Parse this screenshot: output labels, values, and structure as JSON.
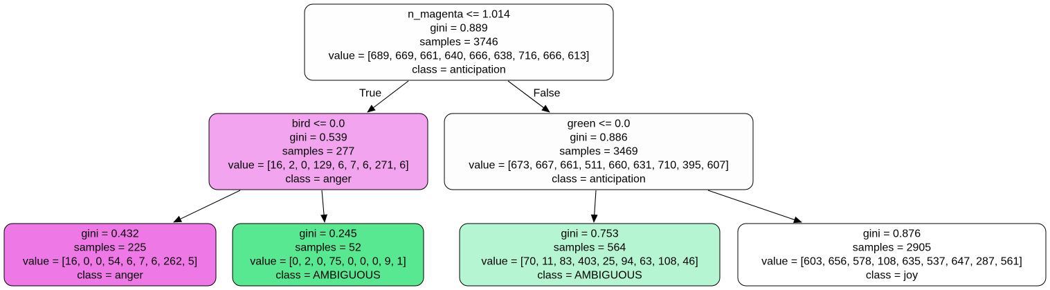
{
  "nodes": [
    {
      "id": "root",
      "fill": "#fefefe",
      "lines": [
        "n_magenta <= 1.014",
        "gini = 0.889",
        "samples = 3746",
        "value = [689, 669, 661, 640, 666, 638, 716, 666, 613]",
        "class = anticipation"
      ]
    },
    {
      "id": "left",
      "fill": "#f2a5ee",
      "lines": [
        "bird <= 0.0",
        "gini = 0.539",
        "samples = 277",
        "value = [16, 2, 0, 129, 6, 7, 6, 271, 6]",
        "class = anger"
      ]
    },
    {
      "id": "right",
      "fill": "#fdfdfd",
      "lines": [
        "green <= 0.0",
        "gini = 0.886",
        "samples = 3469",
        "value = [673, 667, 661, 511, 660, 631, 710, 395, 607]",
        "class = anticipation"
      ]
    },
    {
      "id": "left-left",
      "fill": "#ee78e5",
      "lines": [
        "gini = 0.432",
        "samples = 225",
        "value = [16, 0, 0, 54, 6, 7, 6, 262, 5]",
        "class = anger"
      ]
    },
    {
      "id": "left-right",
      "fill": "#58e891",
      "lines": [
        "gini = 0.245",
        "samples = 52",
        "value = [0, 2, 0, 75, 0, 0, 0, 9, 1]",
        "class = AMBIGUOUS"
      ]
    },
    {
      "id": "right-left",
      "fill": "#b5f5d1",
      "lines": [
        "gini = 0.753",
        "samples = 564",
        "value = [70, 11, 83, 403, 25, 94, 63, 108, 46]",
        "class = AMBIGUOUS"
      ]
    },
    {
      "id": "right-right",
      "fill": "#ffffff",
      "lines": [
        "gini = 0.876",
        "samples = 2905",
        "value = [603, 656, 578, 108, 635, 537, 647, 287, 561]",
        "class = joy"
      ]
    }
  ],
  "edges": [
    {
      "from": "root",
      "to": "left",
      "label": "True"
    },
    {
      "from": "root",
      "to": "right",
      "label": "False"
    },
    {
      "from": "left",
      "to": "left-left",
      "label": ""
    },
    {
      "from": "left",
      "to": "left-right",
      "label": ""
    },
    {
      "from": "right",
      "to": "right-left",
      "label": ""
    },
    {
      "from": "right",
      "to": "right-right",
      "label": ""
    }
  ]
}
